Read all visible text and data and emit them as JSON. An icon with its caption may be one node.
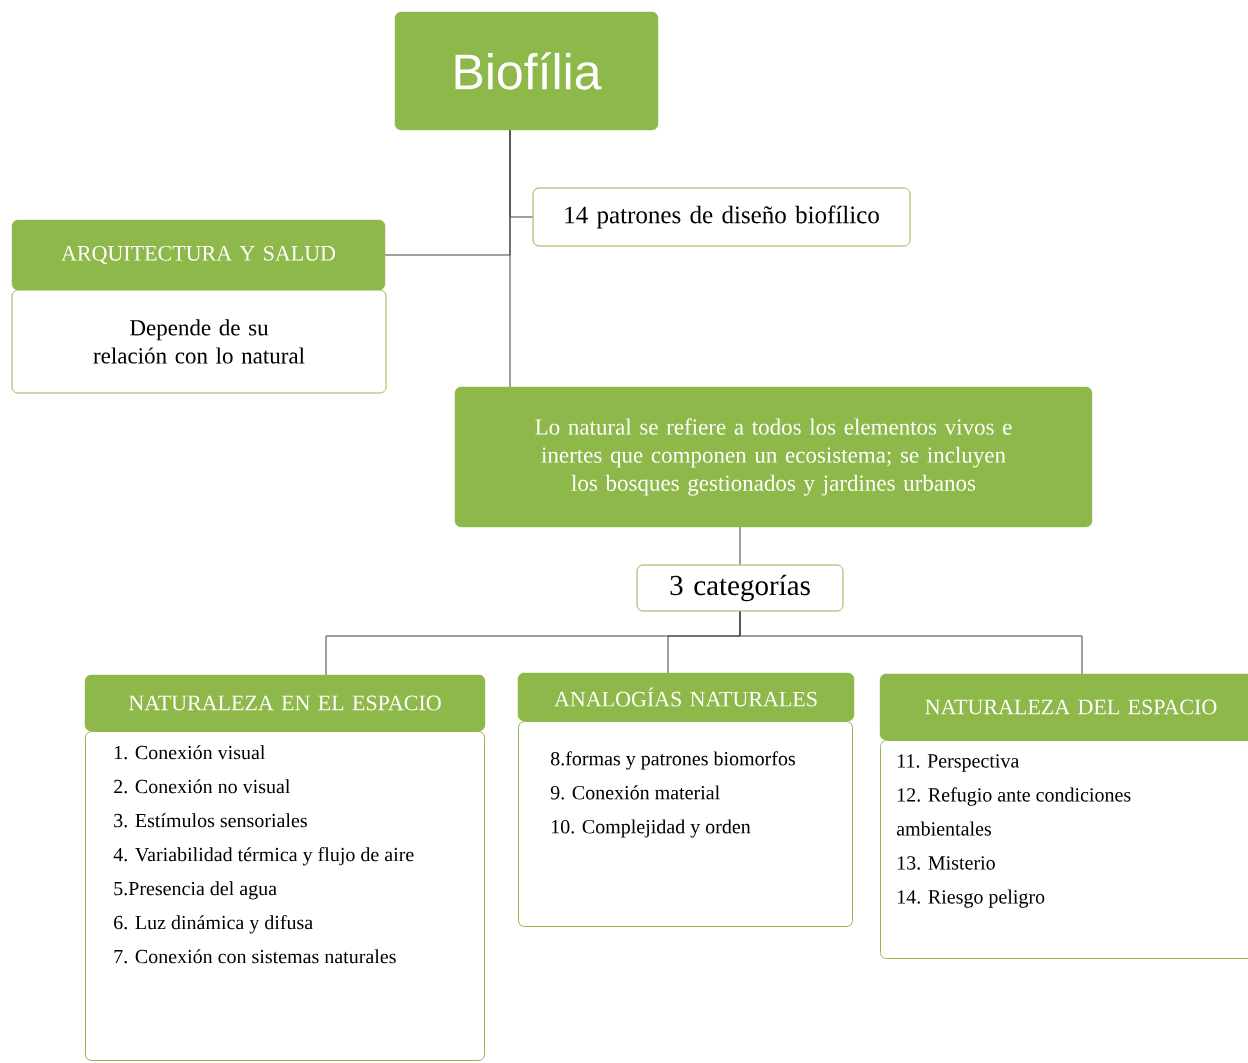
{
  "diagram": {
    "nodes": [
      {
        "text": [
          "Biofília"
        ]
      },
      {
        "text": [
          "14 patrones de diseño biofílico"
        ]
      },
      {
        "text": [
          "ARQUITECTURA Y SALUD"
        ]
      },
      {
        "text": [
          "Depende de su relación con lo natural"
        ]
      },
      {
        "text": [
          "Lo natural se refiere a todos los elementos vivos e inertes que componen un ecosistema; se incluyen los bosques gestionados y jardines urbanos"
        ]
      },
      {
        "text": [
          "3 categorías"
        ]
      },
      {
        "text": [
          "NATURALEZA EN EL ESPACIO"
        ]
      },
      {
        "text": [
          "1. Conexión visual",
          "2. Conexión no visual",
          "3. Estímulos sensoriales",
          "4. Variabilidad térmica y flujo de aire",
          "5.Presencia del agua",
          "6. Luz dinámica y difusa",
          "7. Conexión con sistemas naturales"
        ]
      },
      {
        "text": [
          "ANALOGÍAS NATURALES"
        ]
      },
      {
        "text": [
          "8.formas y patrones biomorfos",
          "9. Conexión material",
          "10. Complejidad y orden"
        ]
      },
      {
        "text": [
          "NATURALEZA DEL ESPACIO"
        ]
      },
      {
        "text": [
          "11. Perspectiva",
          "12. Refugio ante condiciones ambientales",
          "13. Misterio",
          "14. Riesgo peligro"
        ]
      }
    ],
    "edges": [
      {
        "from": 0,
        "to": 1,
        "arrow": "none"
      },
      {
        "from": 0,
        "to": 2,
        "arrow": "none"
      },
      {
        "from": 0,
        "to": 4,
        "arrow": "none"
      },
      {
        "from": 4,
        "to": 5,
        "arrow": "none"
      },
      {
        "from": 5,
        "to": 6,
        "arrow": "none"
      },
      {
        "from": 5,
        "to": 8,
        "arrow": "none"
      },
      {
        "from": 5,
        "to": 10,
        "arrow": "none"
      }
    ]
  }
}
